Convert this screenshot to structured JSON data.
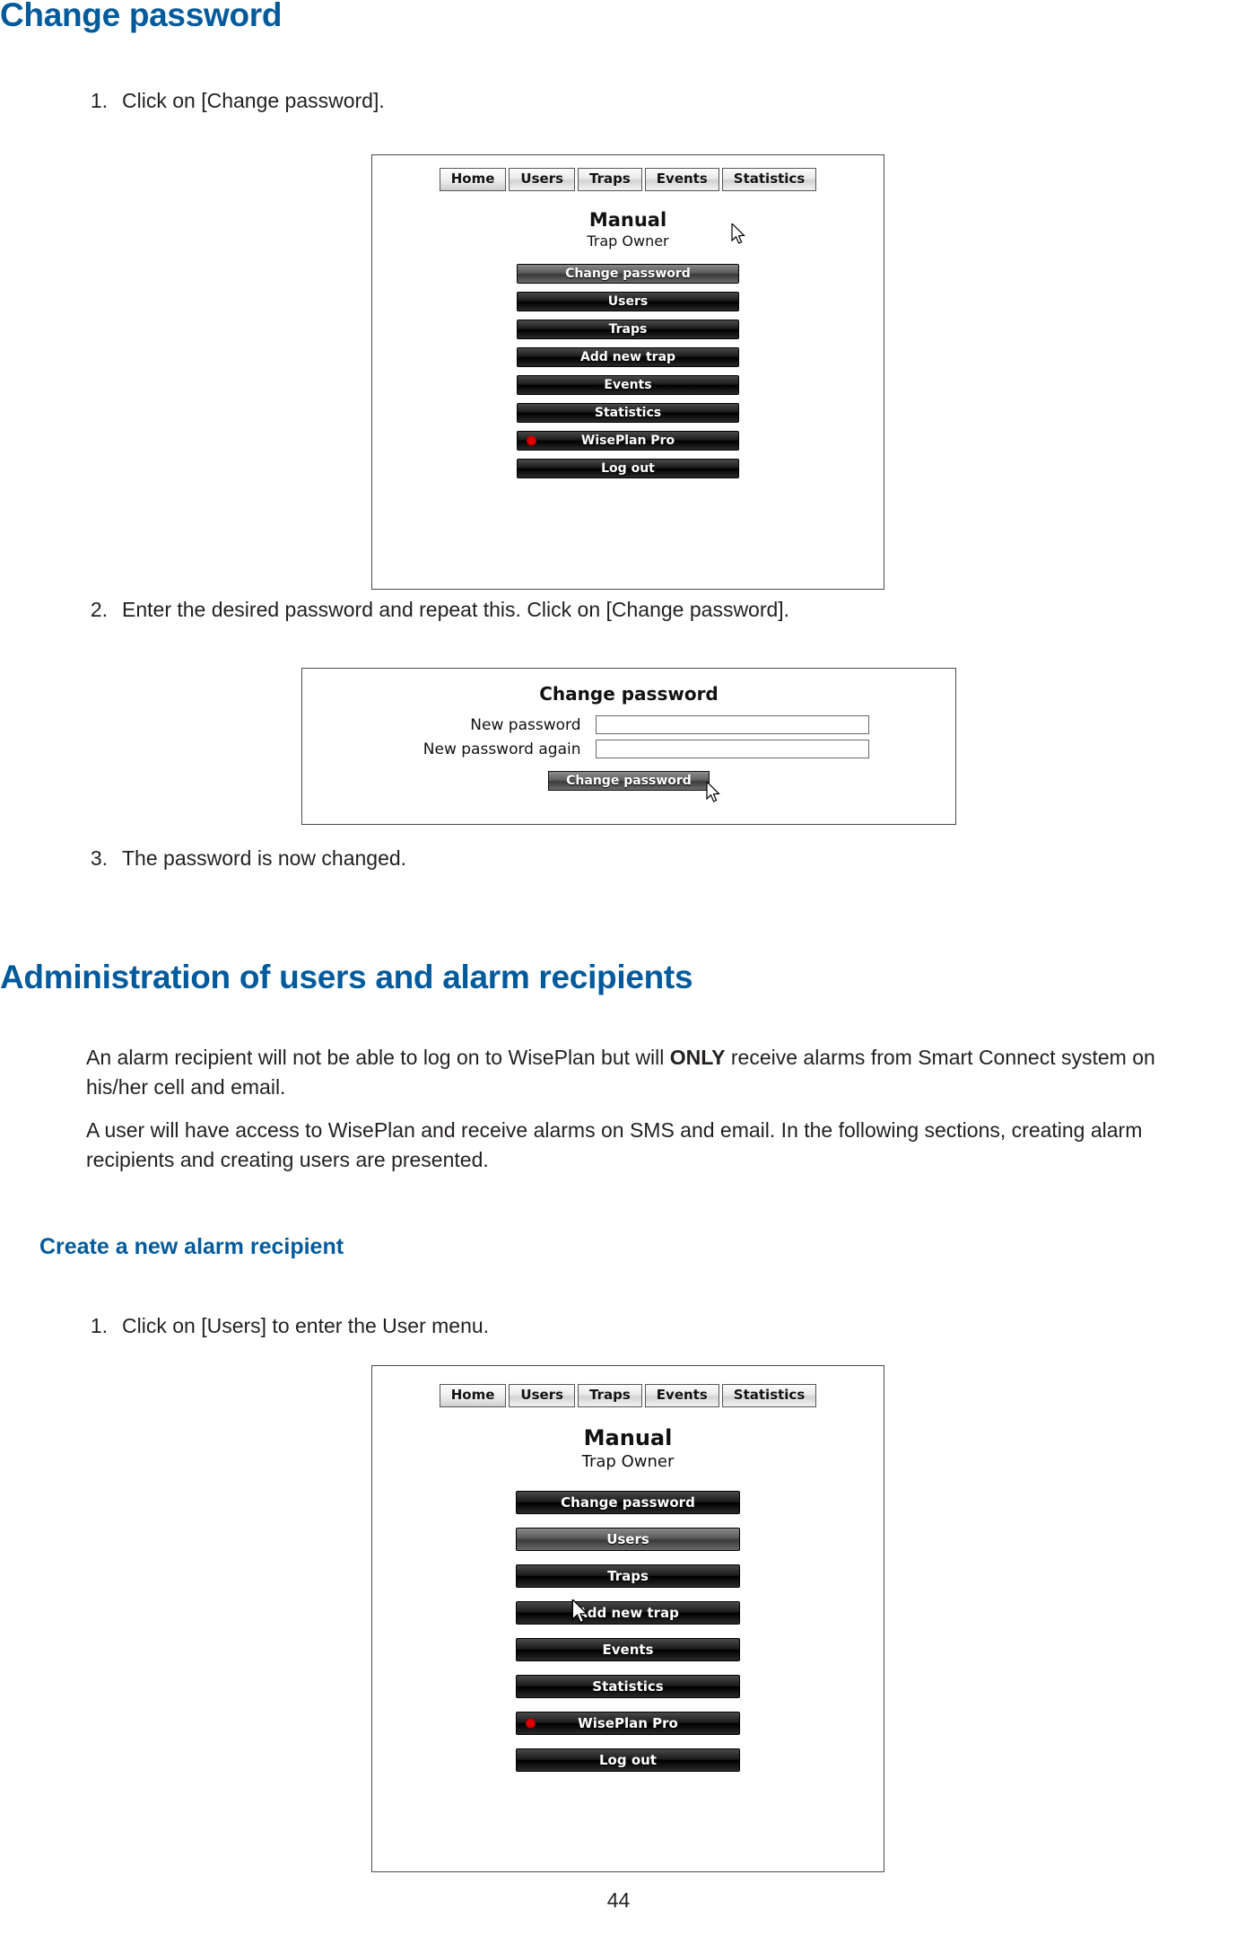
{
  "sections": {
    "change_password": {
      "heading": "Change password",
      "steps": [
        {
          "num": "1.",
          "text": "Click on [Change password]."
        },
        {
          "num": "2.",
          "text": "Enter the desired password and repeat this. Click on [Change password]."
        },
        {
          "num": "3.",
          "text": "The password is now changed."
        }
      ]
    },
    "administration": {
      "heading": "Administration of users and alarm recipients",
      "paragraph1_a": "An alarm recipient will not be able to log on to WisePlan but will ",
      "paragraph1_bold": "ONLY",
      "paragraph1_b": " receive alarms from Smart Connect system on his/her cell and email.",
      "paragraph2": "A user will have access to WisePlan and receive alarms on SMS and email. In the following sections, creating alarm recipients and creating users are presented.",
      "subheading": "Create a new alarm recipient",
      "step1": {
        "num": "1.",
        "text": "Click on [Users] to enter the User menu."
      }
    }
  },
  "screenshot_menu_1": {
    "nav": [
      "Home",
      "Users",
      "Traps",
      "Events",
      "Statistics"
    ],
    "active_nav": "Home",
    "title": "Manual",
    "subtitle": "Trap Owner",
    "buttons": [
      {
        "label": "Change password",
        "highlighted": true,
        "dot": false
      },
      {
        "label": "Users",
        "highlighted": false,
        "dot": false
      },
      {
        "label": "Traps",
        "highlighted": false,
        "dot": false
      },
      {
        "label": "Add new trap",
        "highlighted": false,
        "dot": false
      },
      {
        "label": "Events",
        "highlighted": false,
        "dot": false
      },
      {
        "label": "Statistics",
        "highlighted": false,
        "dot": false
      },
      {
        "label": "WisePlan Pro",
        "highlighted": false,
        "dot": true
      },
      {
        "label": "Log out",
        "highlighted": false,
        "dot": false
      }
    ],
    "cursor_icon": "mouse-pointer-icon"
  },
  "screenshot_form": {
    "title": "Change password",
    "fields": [
      {
        "label": "New password",
        "value": ""
      },
      {
        "label": "New password again",
        "value": ""
      }
    ],
    "submit_label": "Change password",
    "cursor_icon": "mouse-pointer-icon"
  },
  "screenshot_menu_2": {
    "nav": [
      "Home",
      "Users",
      "Traps",
      "Events",
      "Statistics"
    ],
    "active_nav": "Home",
    "title": "Manual",
    "subtitle": "Trap Owner",
    "buttons": [
      {
        "label": "Change password",
        "highlighted": false,
        "dot": false
      },
      {
        "label": "Users",
        "highlighted": true,
        "dot": false
      },
      {
        "label": "Traps",
        "highlighted": false,
        "dot": false
      },
      {
        "label": "Add new trap",
        "highlighted": false,
        "dot": false
      },
      {
        "label": "Events",
        "highlighted": false,
        "dot": false
      },
      {
        "label": "Statistics",
        "highlighted": false,
        "dot": false
      },
      {
        "label": "WisePlan Pro",
        "highlighted": false,
        "dot": true
      },
      {
        "label": "Log out",
        "highlighted": false,
        "dot": false
      }
    ],
    "cursor_icon": "mouse-pointer-icon"
  },
  "footer": {
    "page_number": "44"
  },
  "colors": {
    "heading_blue": "#005a9c",
    "body_text": "#231f20",
    "led_red": "#e00000"
  }
}
